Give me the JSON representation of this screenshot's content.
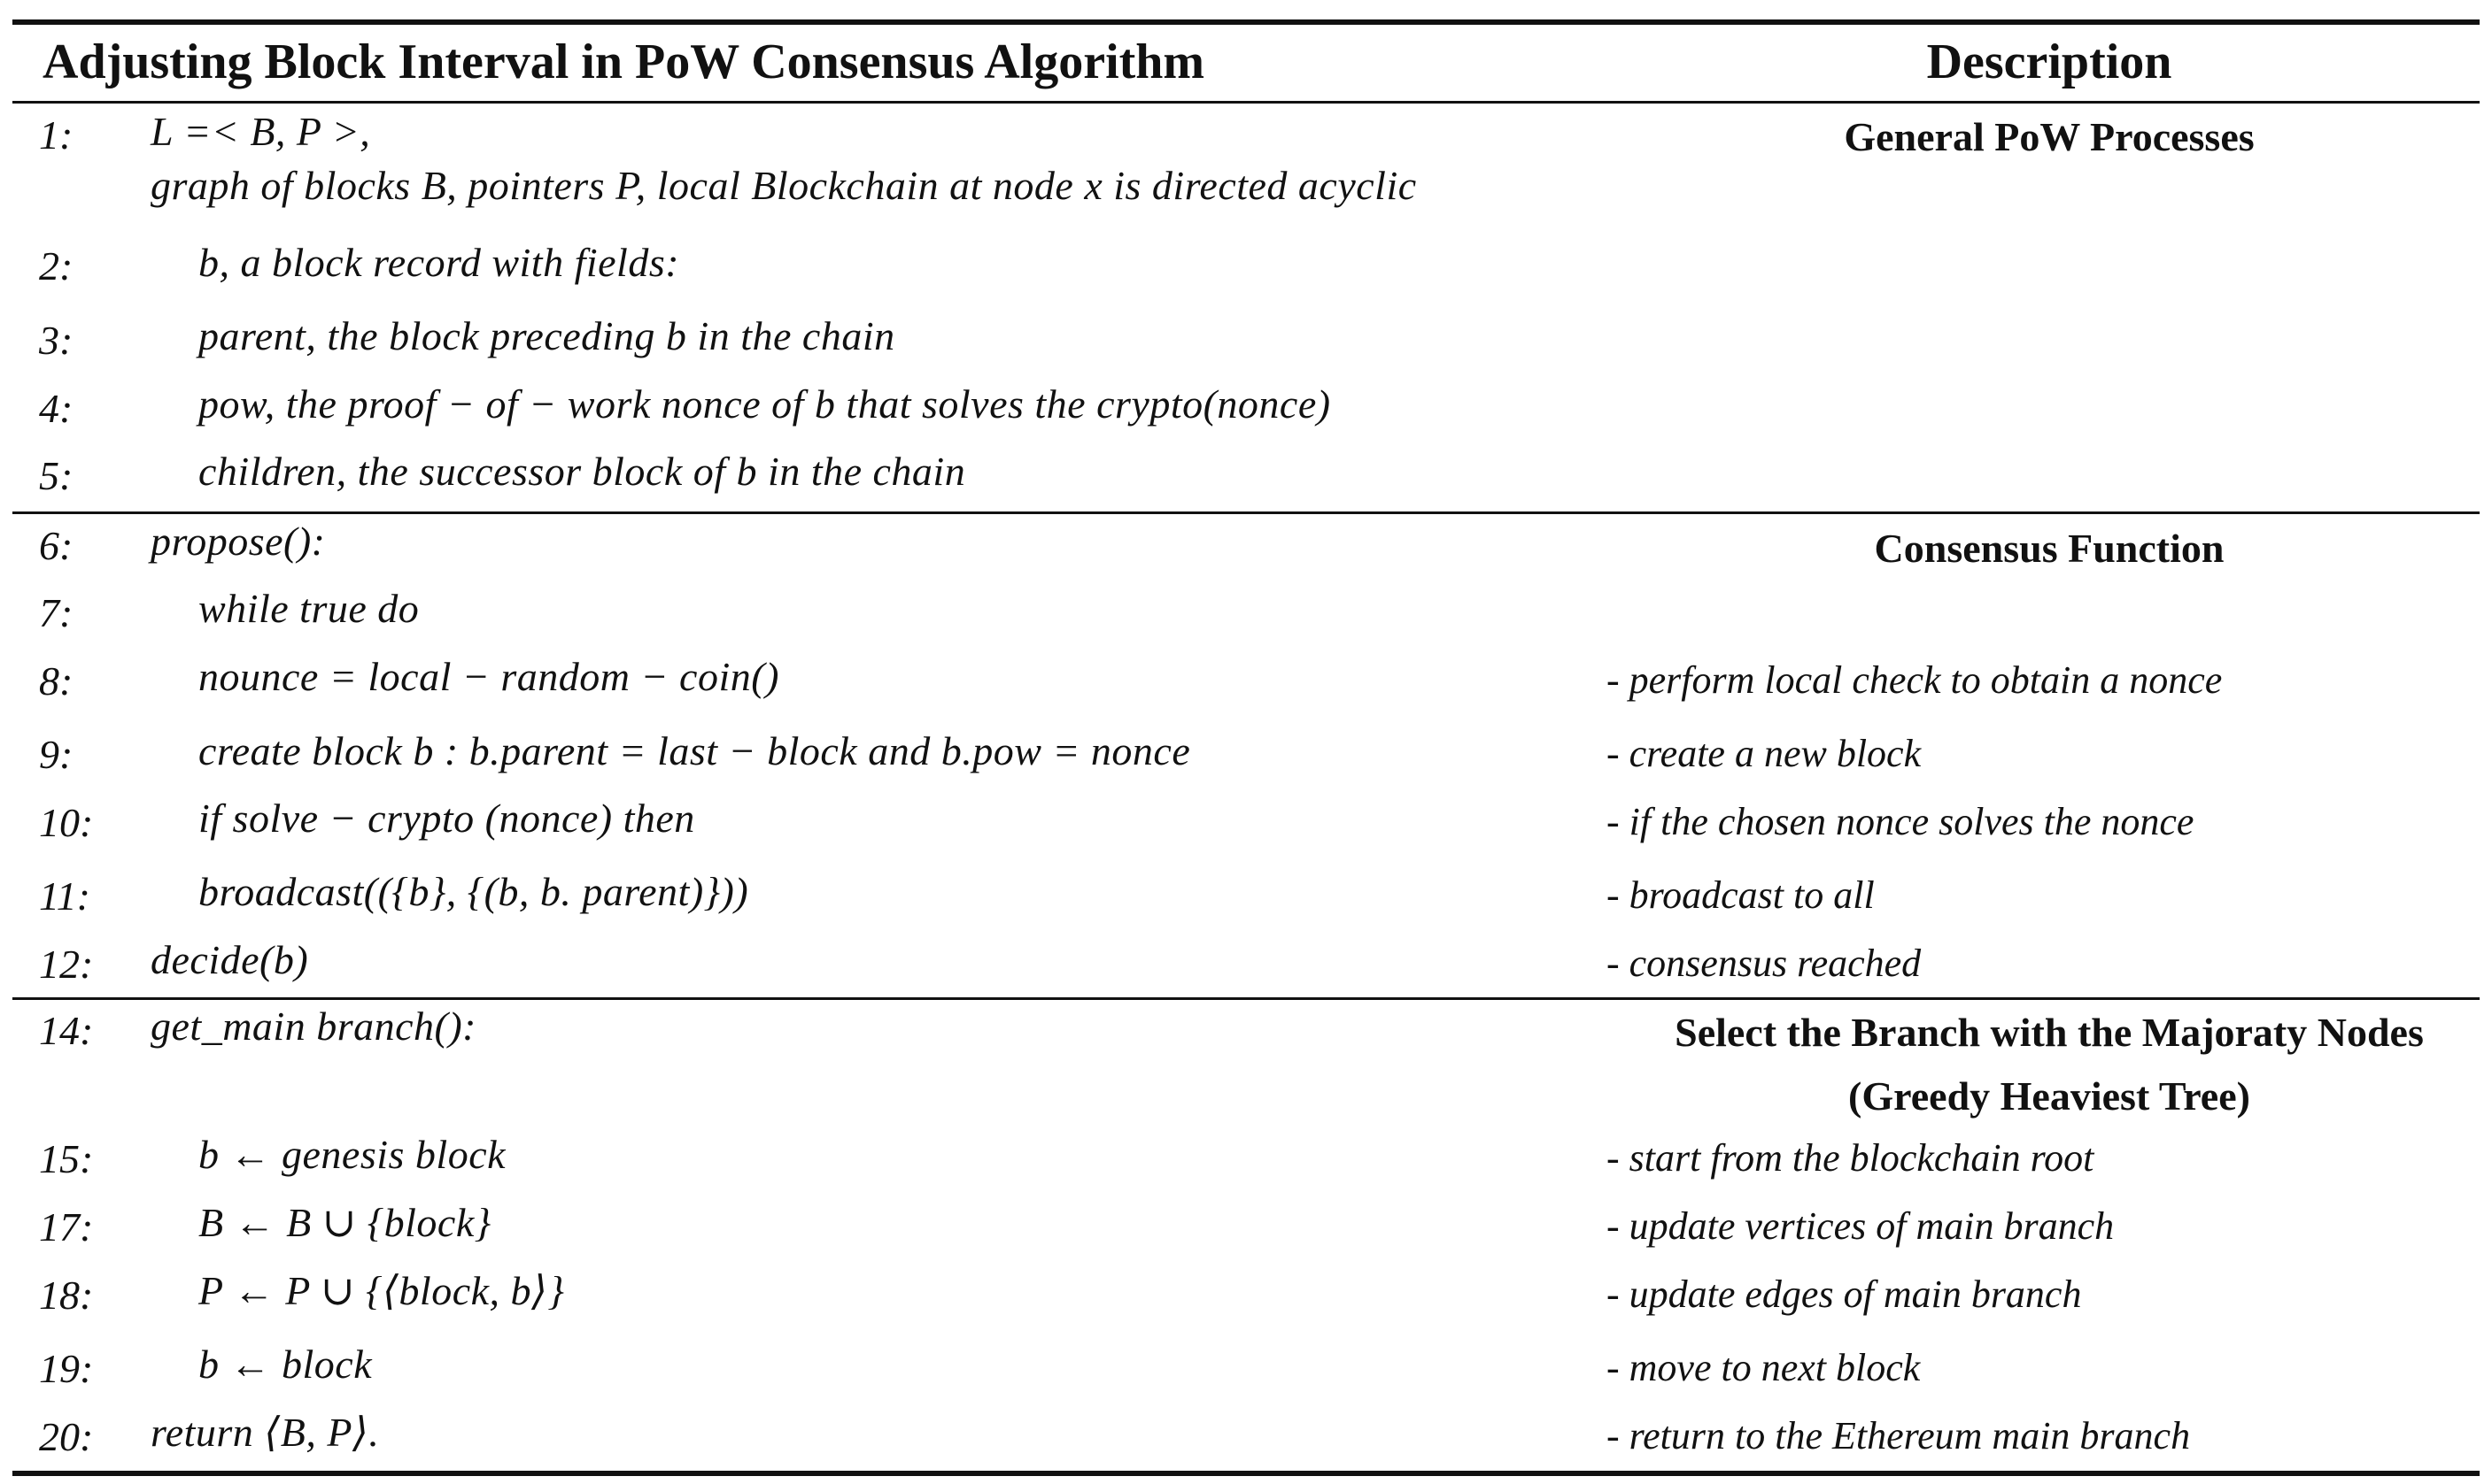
{
  "header": {
    "title": "Adjusting Block Interval in PoW Consensus Algorithm",
    "description": "Description"
  },
  "sections": [
    {
      "heading_lines": [
        "General PoW Processes"
      ],
      "rows": [
        {
          "num": "1:",
          "code_lines": [
            "L  =< B, P >,",
            "graph of  blocks B, pointers P, local Blockchain at node x is directed acyclic"
          ],
          "desc": ""
        },
        {
          "num": "2:",
          "code_lines": [
            "b, a block record with fields:"
          ],
          "desc": ""
        },
        {
          "num": "3:",
          "code_lines": [
            "parent, the block preceding b in the chain"
          ],
          "desc": ""
        },
        {
          "num": "4:",
          "code_lines": [
            "pow, the proof − of − work nonce of  b that solves the crypto(nonce)"
          ],
          "desc": ""
        },
        {
          "num": "5:",
          "code_lines": [
            "children, the successor block of  b in the chain"
          ],
          "desc": ""
        }
      ]
    },
    {
      "heading_lines": [
        "Consensus Function"
      ],
      "rows": [
        {
          "num": "6:",
          "code_lines": [
            "propose():"
          ],
          "desc": ""
        },
        {
          "num": "7:",
          "code_lines": [
            "while true do"
          ],
          "desc": ""
        },
        {
          "num": "8:",
          "code_lines": [
            "nounce  =  local − random − coin()"
          ],
          "desc": "- perform local check to obtain a nonce"
        },
        {
          "num": "9:",
          "code_lines": [
            "create block b :  b.parent  =  last − block and b.pow  =  nonce"
          ],
          "desc": "- create a new block"
        },
        {
          "num": "10:",
          "code_lines": [
            "if  solve − crypto (nonce) then"
          ],
          "desc": "- if the chosen nonce solves the nonce"
        },
        {
          "num": "11:",
          "code_lines": [
            "broadcast(({b}, {(b, b. parent)}))"
          ],
          "desc": "- broadcast to all"
        },
        {
          "num": "12:",
          "code_lines": [
            "decide(b)"
          ],
          "desc": "- consensus reached"
        }
      ]
    },
    {
      "heading_lines": [
        "Select the Branch with the Majoraty Nodes",
        "(Greedy Heaviest Tree)"
      ],
      "rows": [
        {
          "num": "14:",
          "code_lines": [
            "get_main branch():"
          ],
          "desc": ""
        },
        {
          "num": "15:",
          "code_lines": [
            "b  ←  genesis block"
          ],
          "desc": "- start from the blockchain root"
        },
        {
          "num": "17:",
          "code_lines": [
            "B  ←  B  ∪  {block}"
          ],
          "desc": "- update vertices of main branch"
        },
        {
          "num": "18:",
          "code_lines": [
            "P  ←  P  ∪  {⟨block, b⟩}"
          ],
          "desc": "- update edges of main branch"
        },
        {
          "num": "19:",
          "code_lines": [
            "b  ←  block"
          ],
          "desc": "- move to next block"
        },
        {
          "num": "20:",
          "code_lines": [
            "return ⟨B, P⟩."
          ],
          "desc": "- return to the Ethereum main branch"
        }
      ]
    }
  ]
}
